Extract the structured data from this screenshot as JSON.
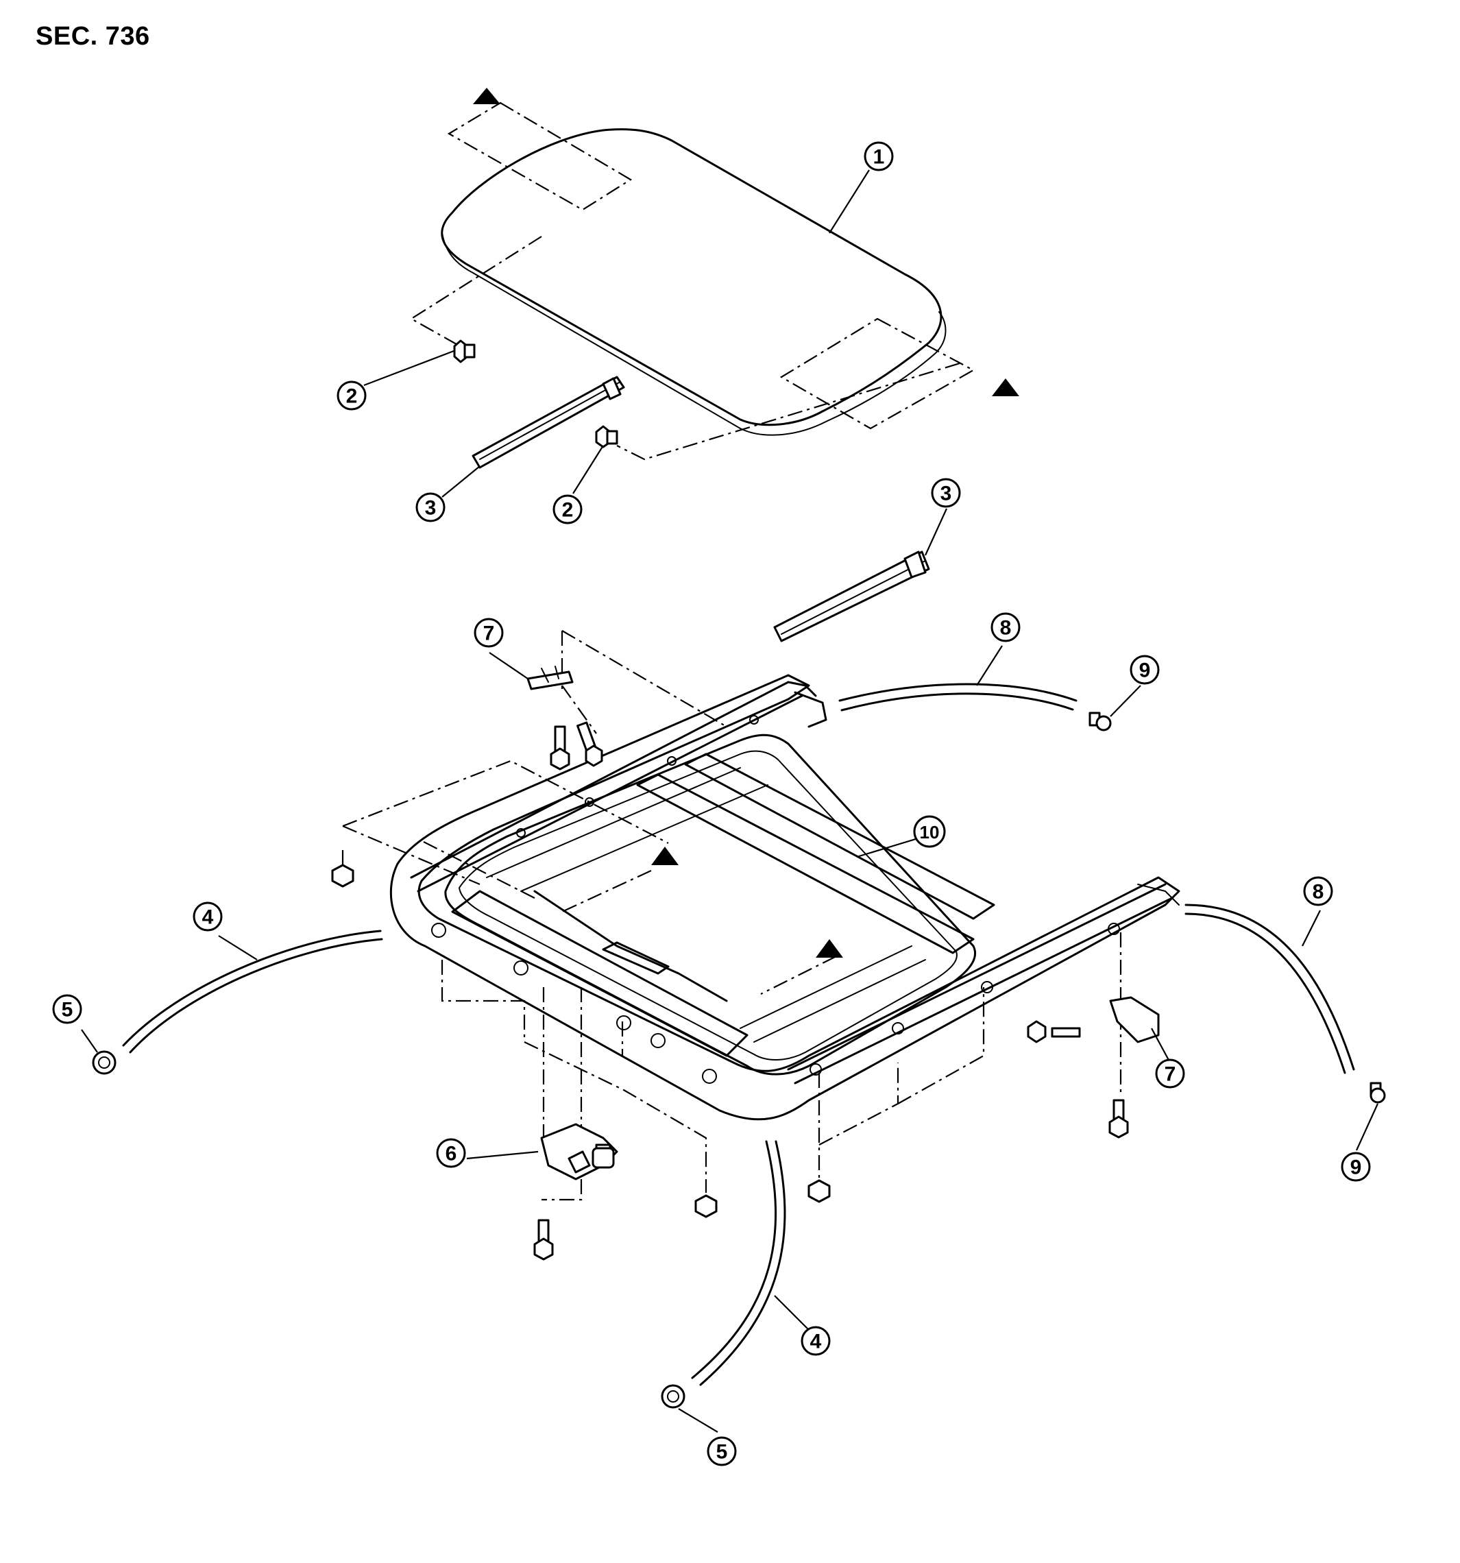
{
  "header": {
    "section": "SEC. 736"
  },
  "callouts": {
    "c1": "1",
    "c2a": "2",
    "c2b": "2",
    "c3a": "3",
    "c3b": "3",
    "c4a": "4",
    "c4b": "4",
    "c5a": "5",
    "c5b": "5",
    "c6": "6",
    "c7a": "7",
    "c7b": "7",
    "c8a": "8",
    "c8b": "8",
    "c9a": "9",
    "c9b": "9",
    "c10": "10"
  }
}
